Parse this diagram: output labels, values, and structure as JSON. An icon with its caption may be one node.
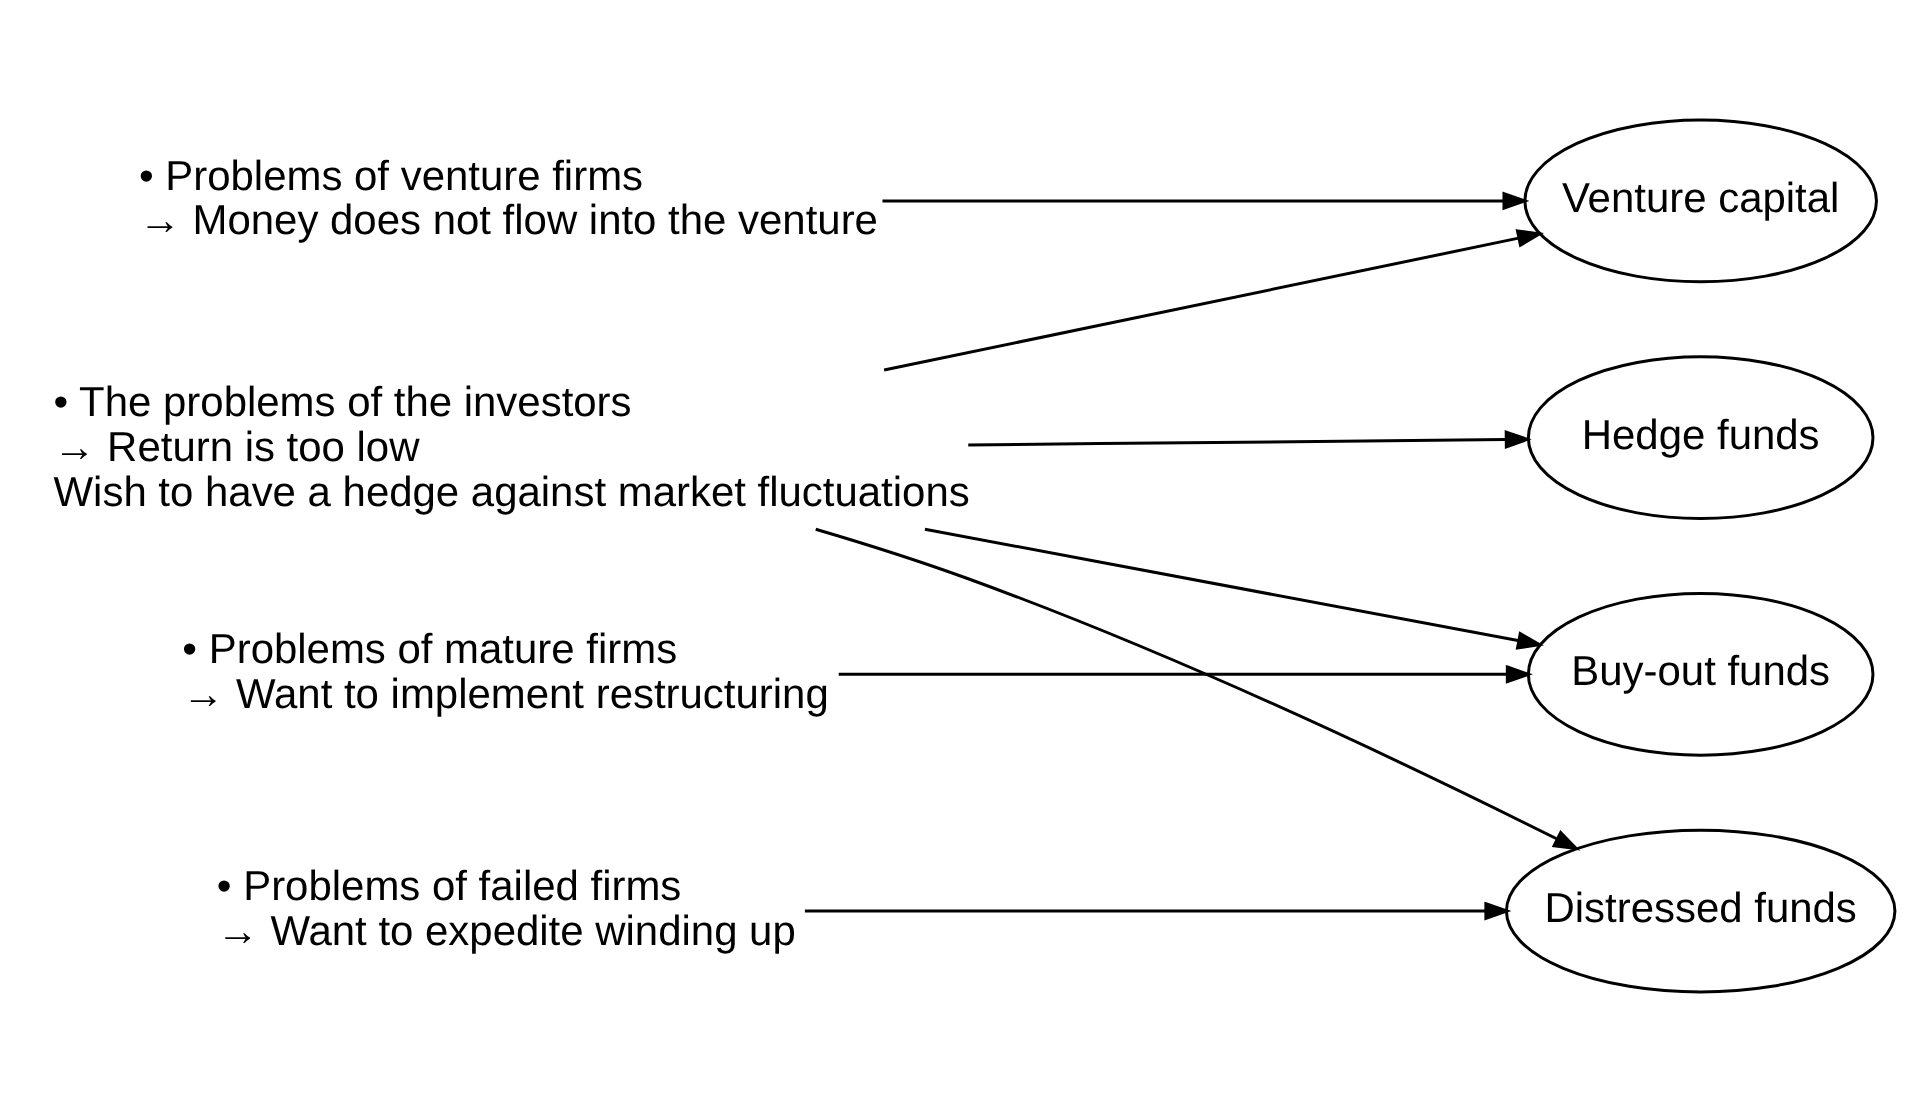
{
  "diagram": {
    "nodes": [
      {
        "text": [
          "• The problems of the investors",
          "→ Return is too low",
          "Wish to have a hedge against market fluctuations"
        ]
      },
      {
        "text": [
          "• Problems of venture firms",
          "→ Money does not flow into the venture"
        ]
      },
      {
        "text": [
          "• Problems of mature firms",
          "→ Want to implement restructuring"
        ]
      },
      {
        "text": [
          "• Problems of failed firms",
          "→ Want to expedite winding up"
        ]
      },
      {
        "text": [
          "Hedge funds"
        ]
      },
      {
        "text": [
          "Venture capital"
        ]
      },
      {
        "text": [
          "Buy-out funds"
        ]
      },
      {
        "text": [
          "Distressed funds"
        ]
      }
    ],
    "edges": [
      {
        "from": 0,
        "to": 4,
        "arrow": "to"
      },
      {
        "from": 0,
        "to": 5,
        "arrow": "to"
      },
      {
        "from": 0,
        "to": 6,
        "arrow": "to"
      },
      {
        "from": 0,
        "to": 7,
        "arrow": "to"
      },
      {
        "from": 1,
        "to": 5,
        "arrow": "to"
      },
      {
        "from": 2,
        "to": 6,
        "arrow": "to"
      },
      {
        "from": 3,
        "to": 7,
        "arrow": "to"
      }
    ]
  }
}
